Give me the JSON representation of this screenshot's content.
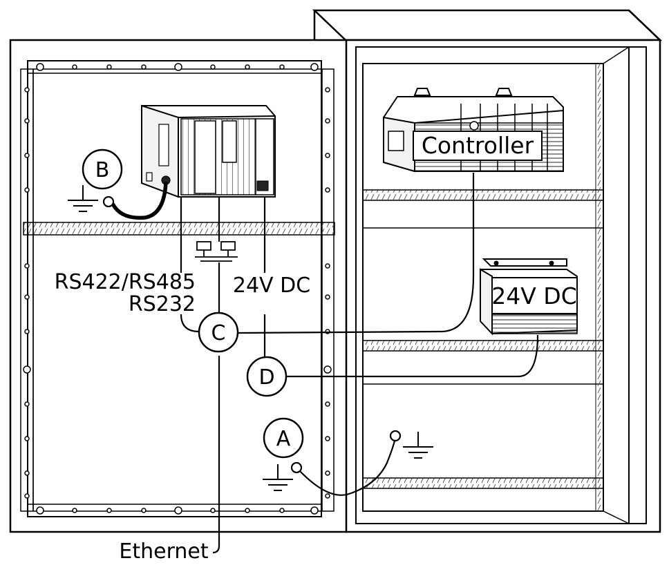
{
  "labels": {
    "controller": "Controller",
    "power_supply": "24V DC",
    "serial_line1": "RS422/RS485",
    "serial_line2": "RS232",
    "power_line": "24V DC",
    "ethernet": "Ethernet"
  },
  "callouts": {
    "a": "A",
    "b": "B",
    "c": "C",
    "d": "D"
  },
  "colors": {
    "stroke": "#000000",
    "background": "#ffffff",
    "shading": "#dcdcdc"
  }
}
